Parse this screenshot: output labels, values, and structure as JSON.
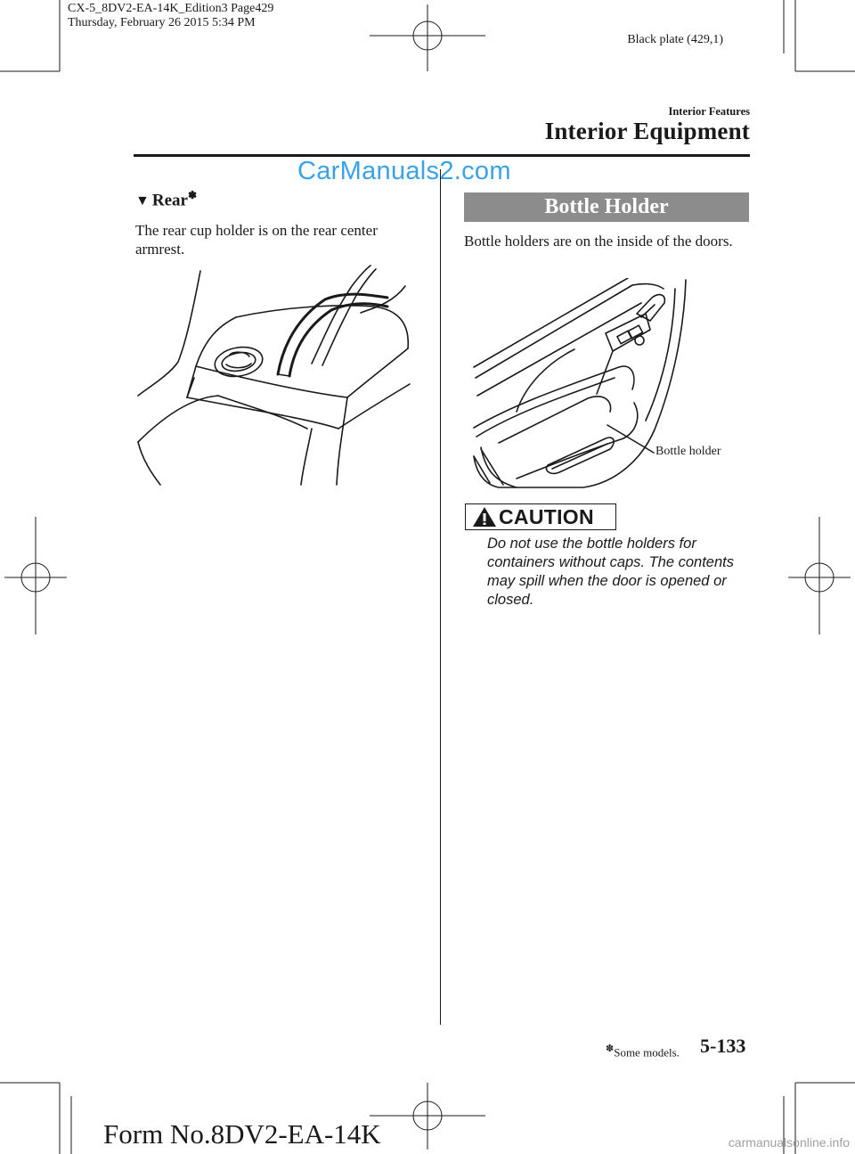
{
  "header": {
    "print_info_line1": "CX-5_8DV2-EA-14K_Edition3 Page429",
    "print_info_line2": "Thursday, February 26 2015 5:34 PM",
    "plate": "Black plate (429,1)",
    "section_small": "Interior Features",
    "section_big": "Interior Equipment"
  },
  "watermark_top": "CarManuals2.com",
  "rear": {
    "triangle": "▼",
    "heading": "Rear",
    "star": "✽",
    "text": "The rear cup holder is on the rear center armrest."
  },
  "bottle": {
    "heading": "Bottle Holder",
    "text": "Bottle holders are on the inside of the doors.",
    "callout": "Bottle holder"
  },
  "caution": {
    "label": "CAUTION",
    "text": "Do not use the bottle holders for containers without caps. The contents may spill when the door is opened or closed."
  },
  "footer": {
    "star": "✽",
    "footnote": "Some models.",
    "page_number": "5-133",
    "form_number": "Form No.8DV2-EA-14K",
    "watermark": "carmanualsonline.info"
  }
}
